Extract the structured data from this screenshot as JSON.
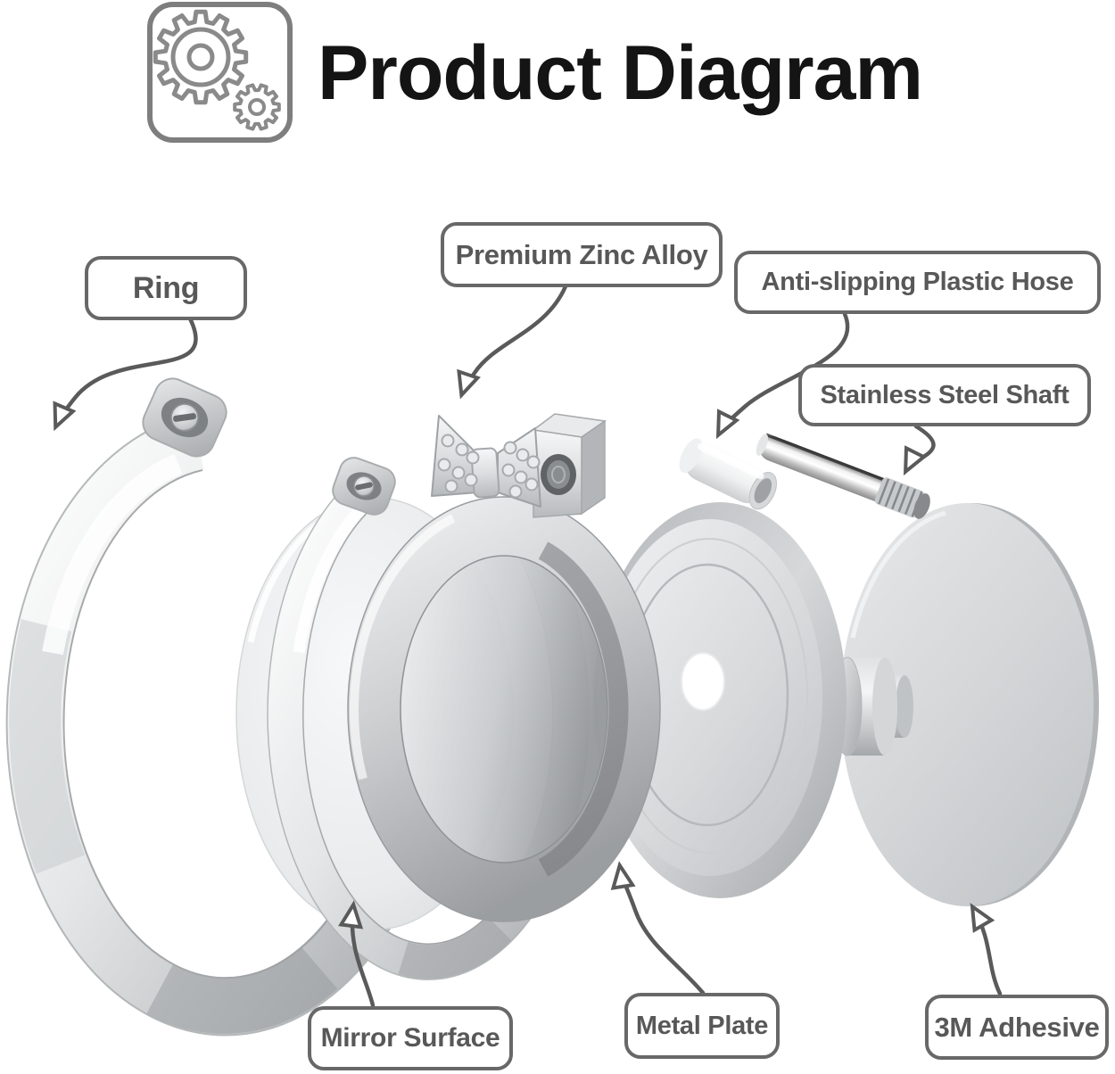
{
  "header": {
    "title": "Product Diagram",
    "icon": "gears"
  },
  "callouts": {
    "ring": {
      "label": "Ring"
    },
    "zinc_alloy": {
      "label": "Premium Zinc Alloy"
    },
    "plastic_hose": {
      "label": "Anti-slipping Plastic Hose"
    },
    "steel_shaft": {
      "label": "Stainless Steel Shaft"
    },
    "mirror": {
      "label": "Mirror Surface"
    },
    "metal_plate": {
      "label": "Metal Plate"
    },
    "adhesive": {
      "label": "3M Adhesive"
    }
  },
  "colors": {
    "background": "#ffffff",
    "title_text": "#141414",
    "label_text": "#585858",
    "label_border": "#686868",
    "arrow_line": "#5a5a5a",
    "icon_outline": "#8a8a8a"
  }
}
